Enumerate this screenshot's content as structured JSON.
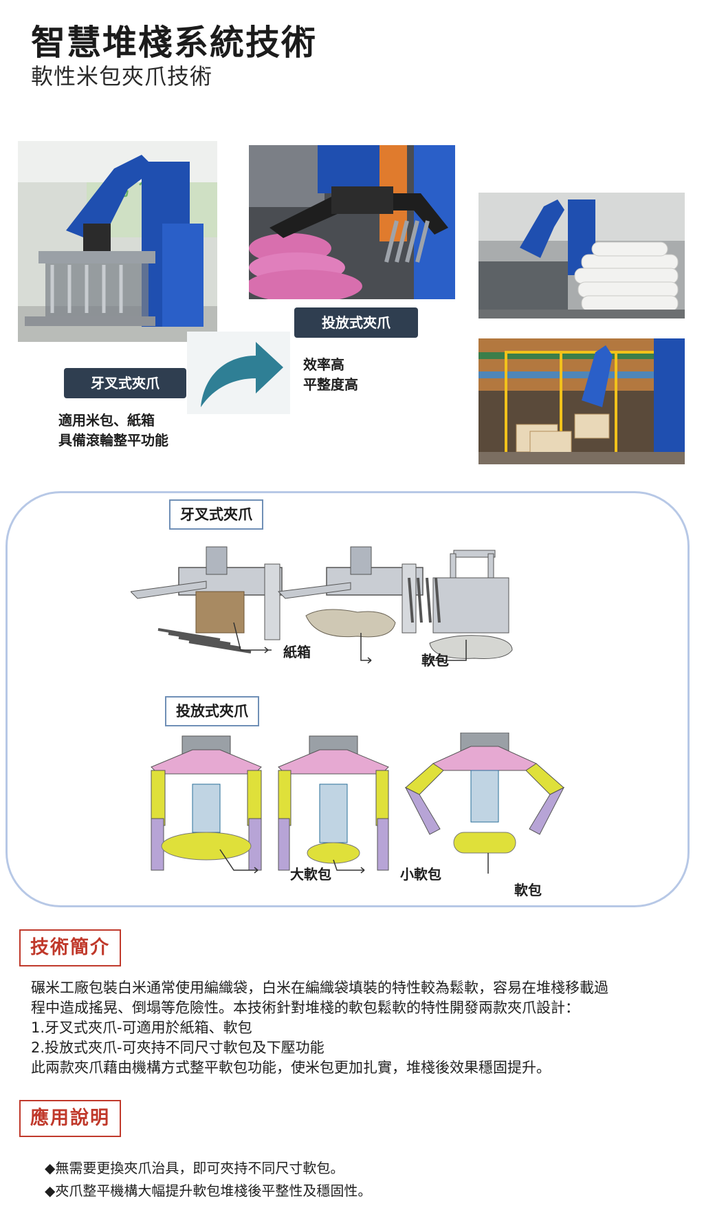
{
  "header": {
    "title": "智慧堆棧系統技術",
    "subtitle": "軟性米包夾爪技術"
  },
  "overview": {
    "fork_gripper": {
      "badge": "牙叉式夾爪",
      "lines": [
        "適用米包、紙箱",
        "具備滾輪整平功能"
      ]
    },
    "drop_gripper": {
      "badge": "投放式夾爪",
      "lines": [
        "效率高",
        "平整度高"
      ]
    },
    "arrow_color": "#2f7f95"
  },
  "diagram": {
    "fork_label": "牙叉式夾爪",
    "drop_label": "投放式夾爪",
    "callouts": {
      "carton": "紙箱",
      "soft_pack_1": "軟包",
      "large_soft_pack": "大軟包",
      "small_soft_pack": "小軟包",
      "soft_pack_2": "軟包"
    }
  },
  "intro": {
    "heading": "技術簡介",
    "lines": [
      "碾米工廠包裝白米通常使用編織袋，白米在編織袋填裝的特性較為鬆軟，容易在堆棧移載過",
      "程中造成搖晃、倒塌等危險性。本技術針對堆棧的軟包鬆軟的特性開發兩款夾爪設計：",
      "1.牙叉式夾爪-可適用於紙箱、軟包",
      "2.投放式夾爪-可夾持不同尺寸軟包及下壓功能",
      "此兩款夾爪藉由機構方式整平軟包功能，使米包更加扎實，堆棧後效果穩固提升。"
    ]
  },
  "application": {
    "heading": "應用說明",
    "bullets": [
      "◆無需要更換夾爪治具，即可夾持不同尺寸軟包。",
      "◆夾爪整平機構大幅提升軟包堆棧後平整性及穩固性。"
    ]
  },
  "colors": {
    "badge_bg": "#2f3e50",
    "section_red": "#c0392b",
    "frame_blue": "#b7c8e6",
    "robot_blue": "#1f4fb0",
    "yellow_part": "#dfe03a",
    "pink_part": "#e6a9d2",
    "purple_part": "#b7a4d6"
  }
}
